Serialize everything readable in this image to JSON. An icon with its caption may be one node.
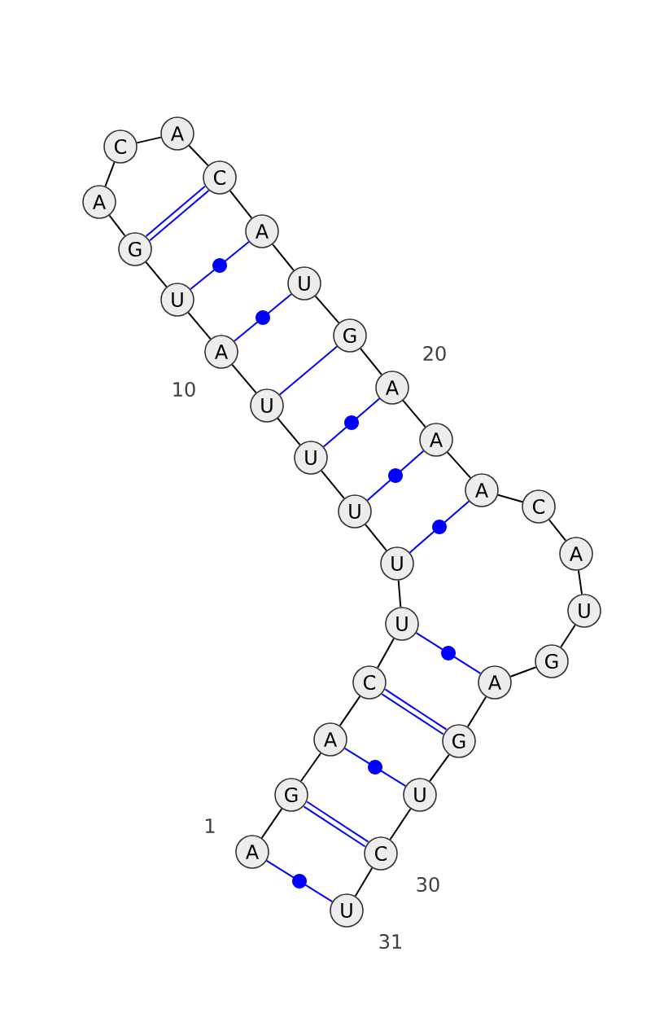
{
  "diagram": {
    "nodes": [
      {
        "text": [
          "A"
        ]
      },
      {
        "text": [
          "G"
        ]
      },
      {
        "text": [
          "A"
        ]
      },
      {
        "text": [
          "C"
        ]
      },
      {
        "text": [
          "U"
        ]
      },
      {
        "text": [
          "U"
        ]
      },
      {
        "text": [
          "U"
        ]
      },
      {
        "text": [
          "U"
        ]
      },
      {
        "text": [
          "U"
        ]
      },
      {
        "text": [
          "A"
        ]
      },
      {
        "text": [
          "U"
        ]
      },
      {
        "text": [
          "G"
        ]
      },
      {
        "text": [
          "A"
        ]
      },
      {
        "text": [
          "C"
        ]
      },
      {
        "text": [
          "A"
        ]
      },
      {
        "text": [
          "C"
        ]
      },
      {
        "text": [
          "A"
        ]
      },
      {
        "text": [
          "U"
        ]
      },
      {
        "text": [
          "G"
        ]
      },
      {
        "text": [
          "A"
        ]
      },
      {
        "text": [
          "A"
        ]
      },
      {
        "text": [
          "A"
        ]
      },
      {
        "text": [
          "C"
        ]
      },
      {
        "text": [
          "A"
        ]
      },
      {
        "text": [
          "U"
        ]
      },
      {
        "text": [
          "G"
        ]
      },
      {
        "text": [
          "A"
        ]
      },
      {
        "text": [
          "G"
        ]
      },
      {
        "text": [
          "U"
        ]
      },
      {
        "text": [
          "C"
        ]
      },
      {
        "text": [
          "U"
        ]
      }
    ],
    "edges": [
      {
        "from": 0,
        "to": 1,
        "arrow": "none"
      },
      {
        "from": 1,
        "to": 2,
        "arrow": "none"
      },
      {
        "from": 2,
        "to": 3,
        "arrow": "none"
      },
      {
        "from": 3,
        "to": 4,
        "arrow": "none"
      },
      {
        "from": 4,
        "to": 5,
        "arrow": "none"
      },
      {
        "from": 5,
        "to": 6,
        "arrow": "none"
      },
      {
        "from": 6,
        "to": 7,
        "arrow": "none"
      },
      {
        "from": 7,
        "to": 8,
        "arrow": "none"
      },
      {
        "from": 8,
        "to": 9,
        "arrow": "none"
      },
      {
        "from": 9,
        "to": 10,
        "arrow": "none"
      },
      {
        "from": 10,
        "to": 11,
        "arrow": "none"
      },
      {
        "from": 11,
        "to": 12,
        "arrow": "none"
      },
      {
        "from": 12,
        "to": 13,
        "arrow": "none"
      },
      {
        "from": 13,
        "to": 14,
        "arrow": "none"
      },
      {
        "from": 14,
        "to": 15,
        "arrow": "none"
      },
      {
        "from": 15,
        "to": 16,
        "arrow": "none"
      },
      {
        "from": 16,
        "to": 17,
        "arrow": "none"
      },
      {
        "from": 17,
        "to": 18,
        "arrow": "none"
      },
      {
        "from": 18,
        "to": 19,
        "arrow": "none"
      },
      {
        "from": 19,
        "to": 20,
        "arrow": "none"
      },
      {
        "from": 20,
        "to": 21,
        "arrow": "none"
      },
      {
        "from": 21,
        "to": 22,
        "arrow": "none"
      },
      {
        "from": 22,
        "to": 23,
        "arrow": "none"
      },
      {
        "from": 23,
        "to": 24,
        "arrow": "none"
      },
      {
        "from": 24,
        "to": 25,
        "arrow": "none"
      },
      {
        "from": 25,
        "to": 26,
        "arrow": "none"
      },
      {
        "from": 26,
        "to": 27,
        "arrow": "none"
      },
      {
        "from": 27,
        "to": 28,
        "arrow": "none"
      },
      {
        "from": 28,
        "to": 29,
        "arrow": "none"
      },
      {
        "from": 29,
        "to": 30,
        "arrow": "none"
      },
      {
        "from": 0,
        "to": 30,
        "arrow": "none",
        "color": "#0000ff"
      },
      {
        "from": 1,
        "to": 29,
        "arrow": "none",
        "style": "thick",
        "color": "#0000ff"
      },
      {
        "from": 2,
        "to": 28,
        "arrow": "none",
        "color": "#0000ff"
      },
      {
        "from": 3,
        "to": 27,
        "arrow": "none",
        "style": "thick",
        "color": "#0000ff"
      },
      {
        "from": 4,
        "to": 26,
        "arrow": "none",
        "color": "#0000ff"
      },
      {
        "from": 5,
        "to": 21,
        "arrow": "none",
        "color": "#0000ff"
      },
      {
        "from": 6,
        "to": 20,
        "arrow": "none",
        "color": "#0000ff"
      },
      {
        "from": 7,
        "to": 19,
        "arrow": "none",
        "color": "#0000ff"
      },
      {
        "from": 8,
        "to": 18,
        "arrow": "none",
        "color": "#0000ff"
      },
      {
        "from": 9,
        "to": 17,
        "arrow": "none",
        "color": "#0000ff"
      },
      {
        "from": 10,
        "to": 16,
        "arrow": "none",
        "color": "#0000ff"
      },
      {
        "from": 11,
        "to": 15,
        "arrow": "none",
        "style": "thick",
        "color": "#0000ff"
      }
    ],
    "labels": [
      "1",
      "10",
      "20",
      "30",
      "31"
    ]
  }
}
